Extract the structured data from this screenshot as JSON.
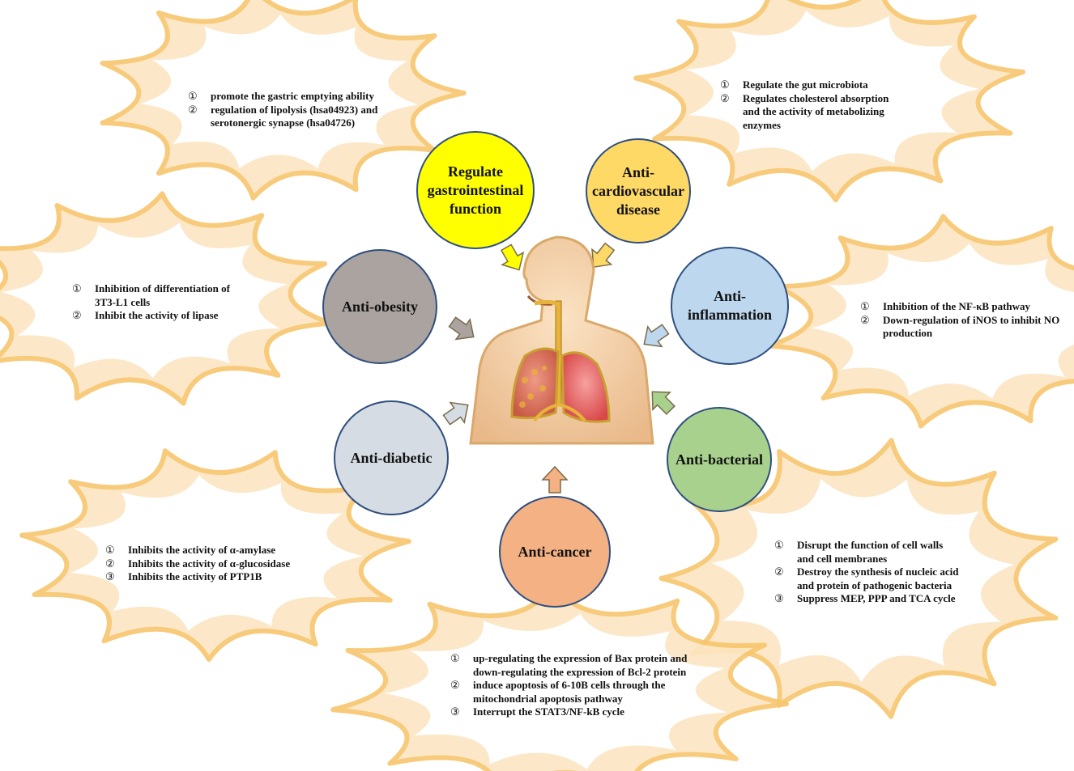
{
  "central_figure": {
    "icon": "human-respiratory-system-icon"
  },
  "categories": [
    {
      "key": "gi",
      "label": "Regulate gastrointestinal function",
      "color": "#ffff00",
      "mechanisms": [
        "promote the gastric emptying ability",
        "regulation of lipolysis (hsa04923) and serotonergic synapse (hsa04726)"
      ]
    },
    {
      "key": "cardio",
      "label": "Anti-cardiovascular disease",
      "color": "#ffd966",
      "mechanisms": [
        "Regulate the gut microbiota",
        "Regulates cholesterol absorption and the activity of metabolizing enzymes"
      ]
    },
    {
      "key": "obesity",
      "label": "Anti-obesity",
      "color": "#aaa39f",
      "mechanisms": [
        "Inhibition of differentiation of 3T3-L1 cells",
        "Inhibit the activity of lipase"
      ]
    },
    {
      "key": "inflam",
      "label": "Anti-inflammation",
      "color": "#bdd7ee",
      "mechanisms": [
        "Inhibition of the NF-κB pathway",
        "Down-regulation of iNOS to inhibit NO production"
      ]
    },
    {
      "key": "diabetic",
      "label": "Anti-diabetic",
      "color": "#d6dce4",
      "mechanisms": [
        "Inhibits the activity of α-amylase",
        "Inhibits the activity of α-glucosidase",
        "Inhibits the activity of PTP1B"
      ]
    },
    {
      "key": "bacterial",
      "label": "Anti-bacterial",
      "color": "#a9d18e",
      "mechanisms": [
        "Disrupt the function of cell walls and cell membranes",
        "Destroy the synthesis of nucleic acid and protein of pathogenic bacteria",
        "Suppress MEP, PPP and TCA cycle"
      ]
    },
    {
      "key": "cancer",
      "label": "Anti-cancer",
      "color": "#f4b183",
      "mechanisms": [
        "up-regulating the expression of Bax protein and down-regulating the expression of Bcl-2 protein",
        "induce apoptosis of 6-10B cells through the mitochondrial apoptosis pathway",
        "Interrupt the STAT3/NF-kB cycle"
      ]
    }
  ],
  "numerals": [
    "①",
    "②",
    "③"
  ]
}
